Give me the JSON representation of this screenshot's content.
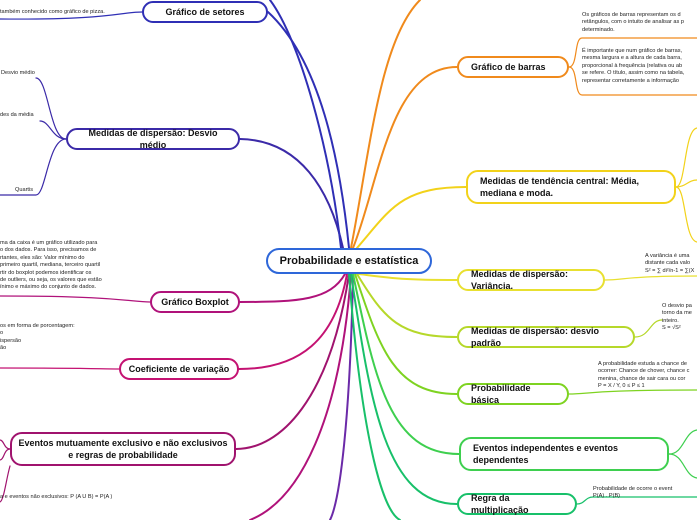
{
  "central": {
    "title": "Probabilidade e estatística"
  },
  "left_topics": [
    {
      "title": "Gráfico de setores",
      "color": "#2f2fb5"
    },
    {
      "title": "Medidas de dispersão: Desvio médio",
      "color": "#3b2aa8"
    },
    {
      "title": "Gráfico Boxplot",
      "color": "#b0127a"
    },
    {
      "title": "Coeficiente de variação",
      "color": "#c41272"
    },
    {
      "title": "Eventos mutuamente exclusivo e não exclusivos e regras de probabilidade",
      "color": "#a0136e"
    }
  ],
  "right_topics": [
    {
      "title": "Gráfico de barras",
      "color": "#f08a1c"
    },
    {
      "title": "Medidas de tendência central: Média, mediana e moda.",
      "color": "#f2d21a"
    },
    {
      "title": "Medidas de dispersão: Variância.",
      "color": "#e8e030"
    },
    {
      "title": "Medidas de dispersão: desvio padrão",
      "color": "#b6d82a"
    },
    {
      "title": "Probabilidade básica",
      "color": "#7ed321"
    },
    {
      "title": "Eventos independentes e eventos dependentes",
      "color": "#3ecf4f"
    },
    {
      "title": "Regra da multiplicação",
      "color": "#18c06a"
    }
  ],
  "notes": {
    "setores": "também conhecido como gráfico de pizza.",
    "desvio_sub1": "Desvio médio",
    "desvio_sub2": "des da média",
    "desvio_sub3": "Quartis",
    "boxplot": "ma da caixa é um gráfico utilizado para\no dos dados. Para isso, precisamos de\nrtantes, eles são: Valor mínimo do\nprimeiro quartil, mediana, terceiro quartil\nrtir do boxplot podemos identificar os\nde outliers, ou seja, os valores que estão\nínimo e máximo do conjunto de dados.",
    "coef": "os em forma de porcentagem:\no\nispersão\não",
    "eventos_bottom": "a e eventos não exclusivos: P (A U B) = P(A )",
    "barras_1": "Os gráficos de barras representam os d\nretângulos, com o intuito de analisar as p\ndeterminado.",
    "barras_2": "É importante que num gráfico de barras,\nmesma largura e a altura de cada barra,\nproporcional à frequência (relativa ou ab\nse refere. O título, assim como na tabela,\nrepresentar corretamente a informação",
    "variancia": "A variância é uma\ndistante cada valo\nS² = ∑ di²/n-1 = ∑(X",
    "desvio_padrao": "O desvio pa\ntorno da me\ninteiro.\nS = √S²",
    "prob_basica": "A probabilidade estuda a chance de\nocorrer: Chance de chover, chance c\nmenina, chance de sair cara ou cor\nP = X / Y, 0 ≤ P ≤ 1",
    "mult": "Probabilidade de ocorre o event\nP(A) . P(B)"
  }
}
